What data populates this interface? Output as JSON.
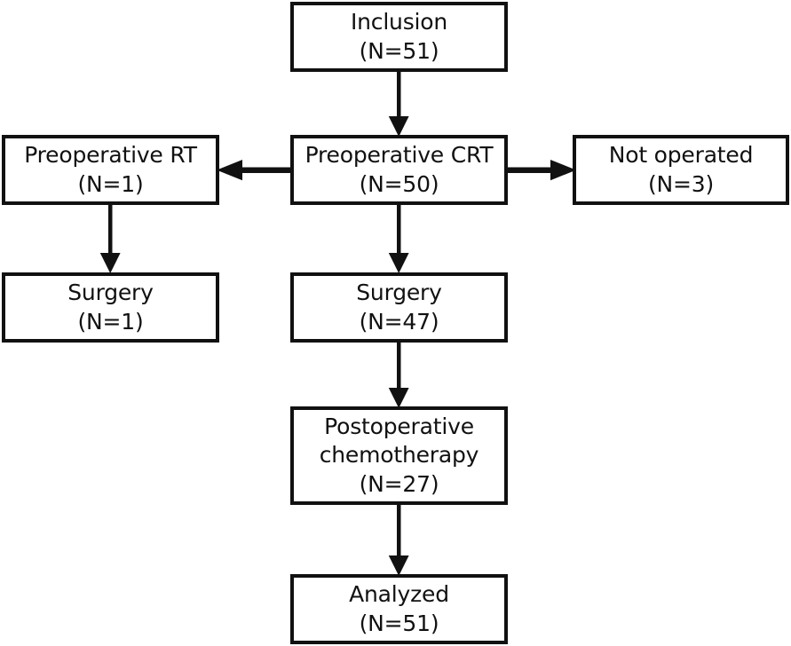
{
  "figure": {
    "type": "flow-diagram",
    "title": "",
    "background_color": "#ffffff",
    "stroke_color": "#111111"
  },
  "nodes": [
    {
      "id": "inclusion",
      "label": "Inclusion",
      "count_label": "(N=51)",
      "n": 51
    },
    {
      "id": "preoperative-crt",
      "label": "Preoperative CRT",
      "count_label": "(N=50)",
      "n": 50
    },
    {
      "id": "preoperative-rt",
      "label": "Preoperative RT",
      "count_label": "(N=1)",
      "n": 1
    },
    {
      "id": "not-operated",
      "label": "Not operated",
      "count_label": "(N=3)",
      "n": 3
    },
    {
      "id": "surgery-left",
      "label": "Surgery",
      "count_label": "(N=1)",
      "n": 1
    },
    {
      "id": "surgery-center",
      "label": "Surgery",
      "count_label": "(N=47)",
      "n": 47
    },
    {
      "id": "postoperative-chemotherapy",
      "label_line1": "Postoperative",
      "label_line2": "chemotherapy",
      "count_label": "(N=27)",
      "n": 27
    },
    {
      "id": "analyzed",
      "label": "Analyzed",
      "count_label": "(N=51)",
      "n": 51
    }
  ],
  "edges": [
    {
      "id": "inclusion-to-preoperative-crt",
      "from": "inclusion",
      "to": "preoperative-crt",
      "direction": "down"
    },
    {
      "id": "preoperative-crt-to-preoperative-rt",
      "from": "preoperative-crt",
      "to": "preoperative-rt",
      "direction": "left"
    },
    {
      "id": "preoperative-crt-to-not-operated",
      "from": "preoperative-crt",
      "to": "not-operated",
      "direction": "right"
    },
    {
      "id": "preoperative-rt-to-surgery-left",
      "from": "preoperative-rt",
      "to": "surgery-left",
      "direction": "down"
    },
    {
      "id": "preoperative-crt-to-surgery-center",
      "from": "preoperative-crt",
      "to": "surgery-center",
      "direction": "down"
    },
    {
      "id": "surgery-center-to-postop-chemo",
      "from": "surgery-center",
      "to": "postoperative-chemotherapy",
      "direction": "down"
    },
    {
      "id": "postop-chemo-to-analyzed",
      "from": "postoperative-chemotherapy",
      "to": "analyzed",
      "direction": "down"
    }
  ]
}
